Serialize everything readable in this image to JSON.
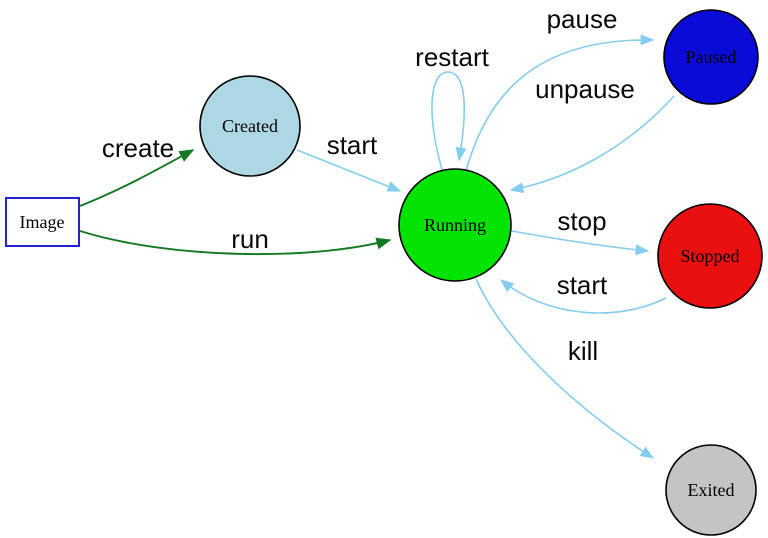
{
  "diagram": {
    "edge_colors": {
      "green": "#137a23",
      "blue": "#85cdee"
    },
    "nodes": {
      "image": {
        "label": "Image",
        "fill": "#ffffff",
        "border": "#2121d6",
        "shape": "rectangle"
      },
      "created": {
        "label": "Created",
        "fill": "#aed7e4",
        "border": "#000000",
        "shape": "circle"
      },
      "running": {
        "label": "Running",
        "fill": "#01e401",
        "border": "#000000",
        "shape": "circle"
      },
      "paused": {
        "label": "Paused",
        "fill": "#0b0bd8",
        "border": "#000000",
        "shape": "circle"
      },
      "stopped": {
        "label": "Stopped",
        "fill": "#ea1010",
        "border": "#000000",
        "shape": "circle"
      },
      "exited": {
        "label": "Exited",
        "fill": "#c4c4c4",
        "border": "#000000",
        "shape": "circle"
      }
    },
    "edges": {
      "create": {
        "label": "create",
        "from": "Image",
        "to": "Created",
        "color": "green"
      },
      "run": {
        "label": "run",
        "from": "Image",
        "to": "Running",
        "color": "green"
      },
      "start_created": {
        "label": "start",
        "from": "Created",
        "to": "Running",
        "color": "blue"
      },
      "restart": {
        "label": "restart",
        "from": "Running",
        "to": "Running",
        "color": "blue"
      },
      "pause": {
        "label": "pause",
        "from": "Running",
        "to": "Paused",
        "color": "blue"
      },
      "unpause": {
        "label": "unpause",
        "from": "Paused",
        "to": "Running",
        "color": "blue"
      },
      "stop": {
        "label": "stop",
        "from": "Running",
        "to": "Stopped",
        "color": "blue"
      },
      "start_stopped": {
        "label": "start",
        "from": "Stopped",
        "to": "Running",
        "color": "blue"
      },
      "kill": {
        "label": "kill",
        "from": "Running",
        "to": "Exited",
        "color": "blue"
      }
    }
  }
}
